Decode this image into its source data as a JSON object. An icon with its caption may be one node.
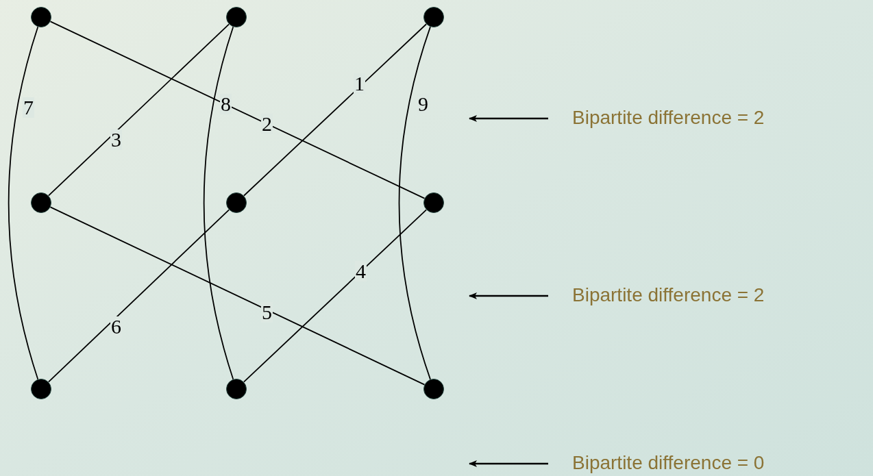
{
  "diagram": {
    "nodes": [
      {
        "text": [],
        "shape": "circle"
      },
      {
        "text": [],
        "shape": "circle"
      },
      {
        "text": [],
        "shape": "circle"
      },
      {
        "text": [],
        "shape": "circle"
      },
      {
        "text": [],
        "shape": "circle"
      },
      {
        "text": [],
        "shape": "circle"
      },
      {
        "text": [],
        "shape": "circle"
      },
      {
        "text": [],
        "shape": "circle"
      },
      {
        "text": [],
        "shape": "circle"
      },
      {
        "text": [
          "Bipartite difference = 2"
        ]
      },
      {
        "text": [
          "Bipartite difference = 2"
        ]
      },
      {
        "text": [
          "Bipartite difference = 0"
        ]
      }
    ],
    "edges": [
      {
        "from": 2,
        "to": 4,
        "arrow": "none",
        "label": "1"
      },
      {
        "from": 0,
        "to": 5,
        "arrow": "none",
        "label": "2"
      },
      {
        "from": 1,
        "to": 3,
        "arrow": "none",
        "label": "3"
      },
      {
        "from": 5,
        "to": 7,
        "arrow": "none",
        "label": "4"
      },
      {
        "from": 3,
        "to": 8,
        "arrow": "none",
        "label": "5"
      },
      {
        "from": 4,
        "to": 6,
        "arrow": "none",
        "label": "6"
      },
      {
        "from": 0,
        "to": 6,
        "arrow": "none",
        "label": "7"
      },
      {
        "from": 1,
        "to": 7,
        "arrow": "none",
        "label": "8"
      },
      {
        "from": 2,
        "to": 8,
        "arrow": "none",
        "label": "9"
      },
      {
        "from": 9,
        "to": null,
        "arrow": "to"
      },
      {
        "from": 10,
        "to": null,
        "arrow": "to"
      },
      {
        "from": 11,
        "to": null,
        "arrow": "to"
      }
    ]
  }
}
